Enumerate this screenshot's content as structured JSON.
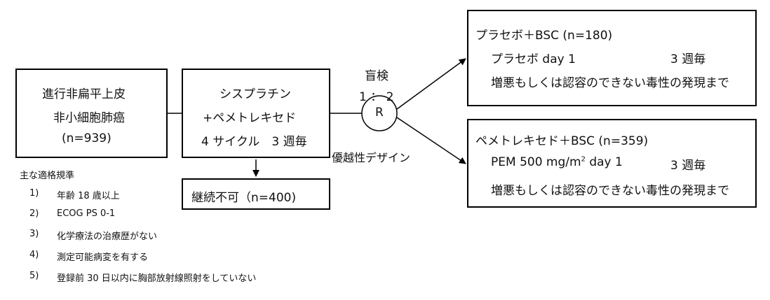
{
  "population": {
    "line1": "進行非扁平上皮",
    "line2": "非小細胞肺癌",
    "line3": "(n=939)"
  },
  "induction": {
    "line1": "シスプラチン",
    "line2": "+ペメトレキセド",
    "line3": "4 サイクル　3 週毎"
  },
  "dropout": {
    "label": "継続不可（n=400)"
  },
  "randomization": {
    "blind": "盲検",
    "ratio": "1 ： 2",
    "node": "R",
    "design": "優越性デザイン"
  },
  "placebo_arm": {
    "title": "プラセボ＋BSC (n=180)",
    "dose": "プラセボ  day 1",
    "interval": "3 週毎",
    "until": "増悪もしくは認容のできない毒性の発現まで"
  },
  "pem_arm": {
    "title": "ペメトレキセド＋BSC (n=359)",
    "dose_prefix": "PEM 500 mg/m",
    "dose_sup": "2",
    "dose_suffix": " day 1",
    "interval": "3 週毎",
    "until": "増悪もしくは認容のできない毒性の発現まで"
  },
  "criteria": {
    "heading": "主な適格規準",
    "items": [
      {
        "num": "1)",
        "text": "年齢  18 歳以上"
      },
      {
        "num": "2)",
        "text": "ECOG PS 0-1"
      },
      {
        "num": "3)",
        "text": "化学療法の治療歴がない"
      },
      {
        "num": "4)",
        "text": "測定可能病変を有する"
      },
      {
        "num": "5)",
        "text": "登録前 30 日以内に胸部放射線照射をしていない"
      }
    ]
  }
}
